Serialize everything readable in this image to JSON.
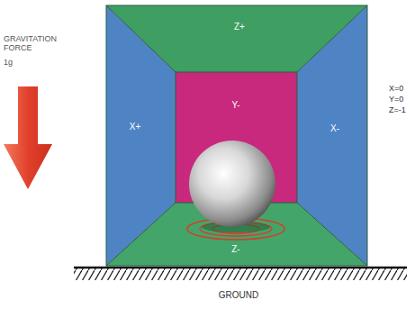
{
  "diagram": {
    "labels": [
      "GRAVITATION FORCE",
      "1g",
      "Z+",
      "X+",
      "Y-",
      "X-",
      "Z-",
      "X=0",
      "Y=0",
      "Z=-1",
      "GROUND"
    ]
  }
}
